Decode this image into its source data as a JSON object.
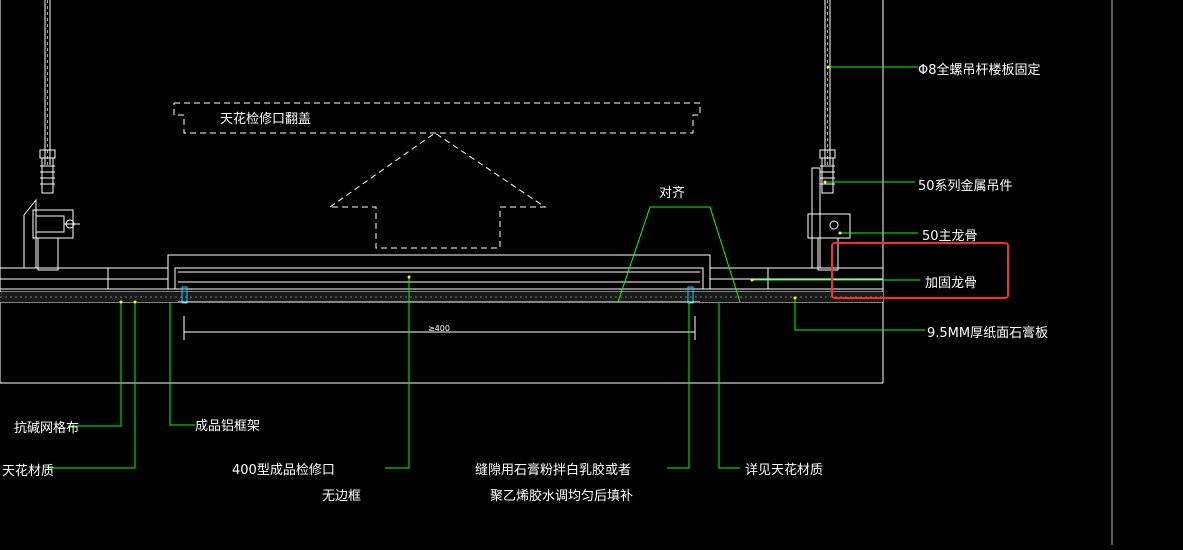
{
  "drawing": {
    "background": "#000000",
    "colors": {
      "outline": "#ffffff",
      "leader": "#00ff00",
      "text": "#ffffff",
      "highlight": "#ff2a2a",
      "grid": "#d9d9d9",
      "accent": "#00d8ff",
      "marker": "#ffff00"
    },
    "labels": {
      "hatch_cover": "天花检修口翻盖",
      "align": "对齐",
      "hanger_rod": "Φ8全螺吊杆楼板固定",
      "metal_hanger": "50系列金属吊件",
      "main_keel": "50主龙骨",
      "reinforce_keel": "加固龙骨",
      "gypsum_board": "9.5MM厚纸面石膏板",
      "alkali_mesh": "抗碱网格布",
      "ceiling_material_left": "天花材质",
      "aluminum_frame": "成品铝框架",
      "access_panel_line1": "400型成品检修口",
      "access_panel_line2": "无边框",
      "joint_line1": "缝隙用石膏粉拌白乳胶或者",
      "joint_line2": "聚乙烯胶水调均匀后填补",
      "ceiling_material_right": "详见天花材质",
      "dimension": "≥400"
    }
  }
}
